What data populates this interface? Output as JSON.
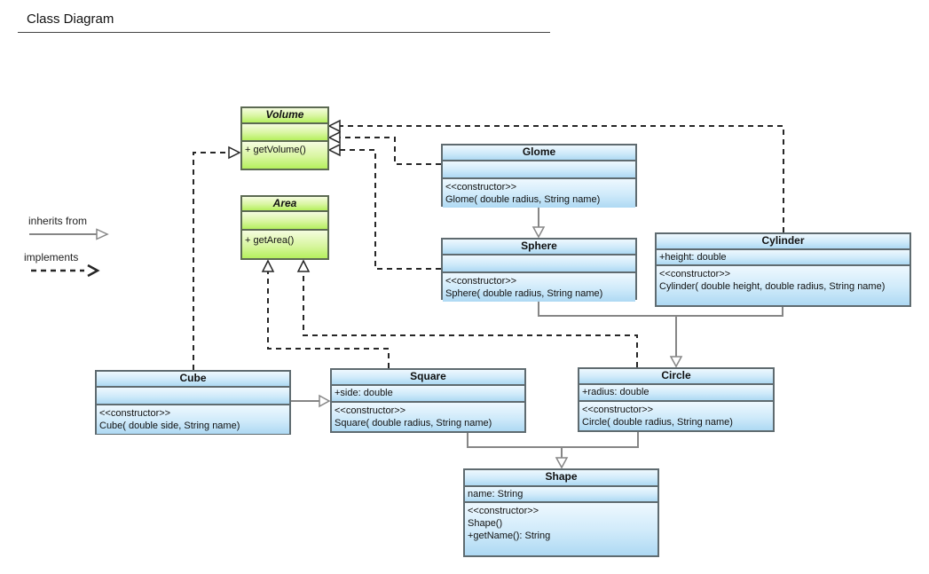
{
  "page": {
    "title": "Class Diagram"
  },
  "legend": [
    {
      "label": "inherits from",
      "line_style": "solid"
    },
    {
      "label": "implements",
      "line_style": "dashed"
    }
  ],
  "colors": {
    "interface_fill_top": "#f5fcdf",
    "interface_fill_bottom": "#b5f05e",
    "class_fill_top": "#eef8fe",
    "class_fill_bottom": "#aed9f3",
    "box_border": "#5f6b70",
    "inherit_line": "#868686",
    "implement_line": "#262626"
  },
  "classes": [
    {
      "id": "volume",
      "name": "Volume",
      "kind": "interface",
      "attributes": [],
      "operations": [
        "+ getVolume()"
      ]
    },
    {
      "id": "area",
      "name": "Area",
      "kind": "interface",
      "attributes": [],
      "operations": [
        "+ getArea()"
      ]
    },
    {
      "id": "glome",
      "name": "Glome",
      "kind": "class",
      "attributes": [],
      "operations": [
        "<<constructor>>",
        "Glome( double radius, String name)"
      ]
    },
    {
      "id": "sphere",
      "name": "Sphere",
      "kind": "class",
      "attributes": [],
      "operations": [
        "<<constructor>>",
        "Sphere( double radius, String name)"
      ]
    },
    {
      "id": "cylinder",
      "name": "Cylinder",
      "kind": "class",
      "attributes": [
        "+height: double"
      ],
      "operations": [
        "<<constructor>>",
        "Cylinder( double height, double radius, String name)"
      ]
    },
    {
      "id": "cube",
      "name": "Cube",
      "kind": "class",
      "attributes": [],
      "operations": [
        "<<constructor>>",
        "Cube( double side, String name)"
      ]
    },
    {
      "id": "square",
      "name": "Square",
      "kind": "class",
      "attributes": [
        "+side: double"
      ],
      "operations": [
        "<<constructor>>",
        "Square( double radius, String name)"
      ]
    },
    {
      "id": "circle",
      "name": "Circle",
      "kind": "class",
      "attributes": [
        "+radius: double"
      ],
      "operations": [
        "<<constructor>>",
        "Circle( double radius, String name)"
      ]
    },
    {
      "id": "shape",
      "name": "Shape",
      "kind": "class",
      "attributes": [
        "name: String"
      ],
      "operations": [
        "<<constructor>>",
        "Shape()",
        "+getName(): String"
      ]
    }
  ],
  "relationships": [
    {
      "from": "Glome",
      "to": "Sphere",
      "type": "inherits"
    },
    {
      "from": "Sphere",
      "to": "Circle",
      "type": "inherits"
    },
    {
      "from": "Cylinder",
      "to": "Circle",
      "type": "inherits"
    },
    {
      "from": "Cube",
      "to": "Square",
      "type": "inherits"
    },
    {
      "from": "Square",
      "to": "Shape",
      "type": "inherits"
    },
    {
      "from": "Circle",
      "to": "Shape",
      "type": "inherits"
    },
    {
      "from": "Cylinder",
      "to": "Volume",
      "type": "implements"
    },
    {
      "from": "Glome",
      "to": "Volume",
      "type": "implements"
    },
    {
      "from": "Sphere",
      "to": "Volume",
      "type": "implements"
    },
    {
      "from": "Cube",
      "to": "Volume",
      "type": "implements"
    },
    {
      "from": "Square",
      "to": "Area",
      "type": "implements"
    },
    {
      "from": "Circle",
      "to": "Area",
      "type": "implements"
    }
  ]
}
